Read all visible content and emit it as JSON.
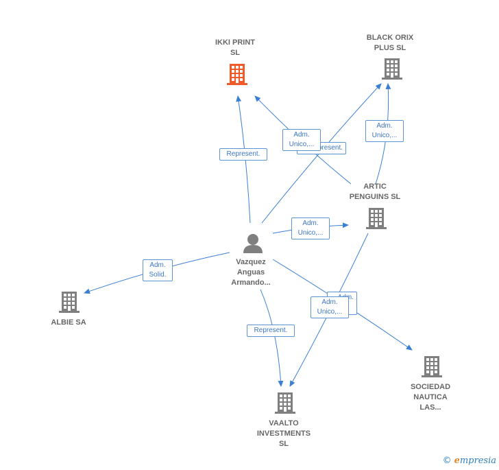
{
  "nodes": {
    "ikki_print": {
      "label": "IKKI PRINT\nSL",
      "color": "#f05a28"
    },
    "black_orix": {
      "label": "BLACK ORIX\nPLUS  SL",
      "color": "#7f7f7f"
    },
    "artic_penguins": {
      "label": "ARTIC\nPENGUINS  SL",
      "color": "#7f7f7f"
    },
    "person": {
      "label": "Vazquez\nAnguas\nArmando...",
      "color": "#7f7f7f"
    },
    "albie": {
      "label": "ALBIE SA",
      "color": "#7f7f7f"
    },
    "vaalto": {
      "label": "VAALTO\nINVESTMENTS\nSL",
      "color": "#7f7f7f"
    },
    "sociedad": {
      "label": "SOCIEDAD\nNAUTICA\nLAS...",
      "color": "#7f7f7f"
    }
  },
  "edges": {
    "represent_ikki": "Represent.",
    "adm_unico_ikki": "Adm.\nUnico,...",
    "represent_back": "Represent.",
    "adm_unico_orix": "Adm.\nUnico,...",
    "adm_unico_artic": "Adm.\nUnico,...",
    "adm_solid_albie": "Adm.\nSolid.",
    "represent_vaalto": "Represent.",
    "adm_unico_vaalto": "Adm.\nUnico,...",
    "adm_back_sociedad": "Adm."
  },
  "colors": {
    "edge": "#3b7fd4",
    "building": "#7f7f7f",
    "highlight": "#f05a28"
  },
  "footer": {
    "copyright": "©",
    "brand_e": "e",
    "brand_rest": "mpresia"
  }
}
